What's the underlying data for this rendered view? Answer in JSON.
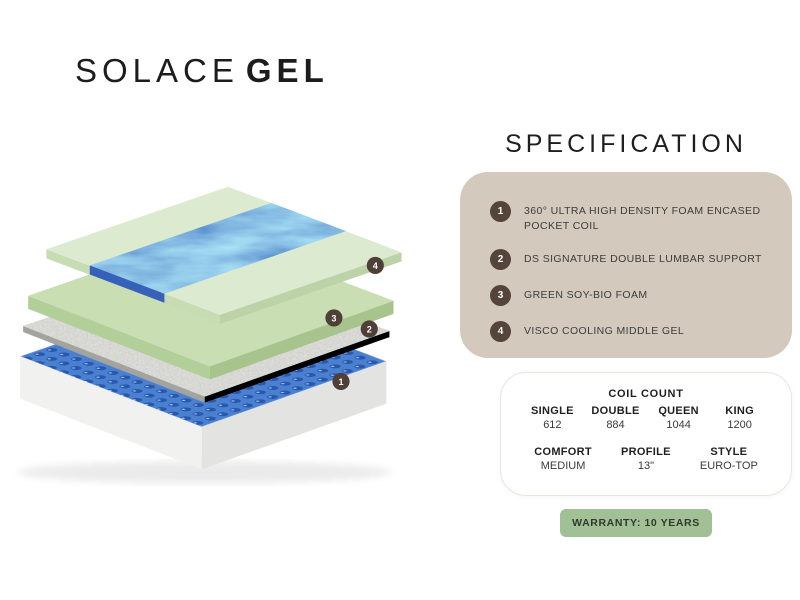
{
  "title": {
    "primary": "SOLACE",
    "secondary": "GEL"
  },
  "specification": {
    "heading": "SPECIFICATION",
    "items": [
      {
        "num": "1",
        "text": "360° ULTRA HIGH DENSITY FOAM ENCASED POCKET COIL"
      },
      {
        "num": "2",
        "text": "DS SIGNATURE DOUBLE LUMBAR SUPPORT"
      },
      {
        "num": "3",
        "text": "GREEN SOY-BIO FOAM"
      },
      {
        "num": "4",
        "text": "VISCO COOLING MIDDLE GEL"
      }
    ]
  },
  "diagram": {
    "markers": [
      "1",
      "2",
      "3",
      "4"
    ]
  },
  "coil_count": {
    "heading": "COIL COUNT",
    "columns": [
      {
        "label": "SINGLE",
        "value": "612"
      },
      {
        "label": "DOUBLE",
        "value": "884"
      },
      {
        "label": "QUEEN",
        "value": "1044"
      },
      {
        "label": "KING",
        "value": "1200"
      }
    ],
    "attributes": [
      {
        "label": "COMFORT",
        "value": "MEDIUM"
      },
      {
        "label": "PROFILE",
        "value": "13\""
      },
      {
        "label": "STYLE",
        "value": "EURO-TOP"
      }
    ]
  },
  "warranty": {
    "label": "WARRANTY: 10 YEARS"
  },
  "colors": {
    "panel_beige": "#d3cabd",
    "number_badge_brown": "#54443a",
    "warranty_green": "#a2c096",
    "foam_top_green": "#dcebcf",
    "foam_mid_green": "#c9dfb3",
    "quilt_gray": "#b7b7b1",
    "gel_blue": "#3562b8",
    "coil_blue": "#4a80d2"
  }
}
